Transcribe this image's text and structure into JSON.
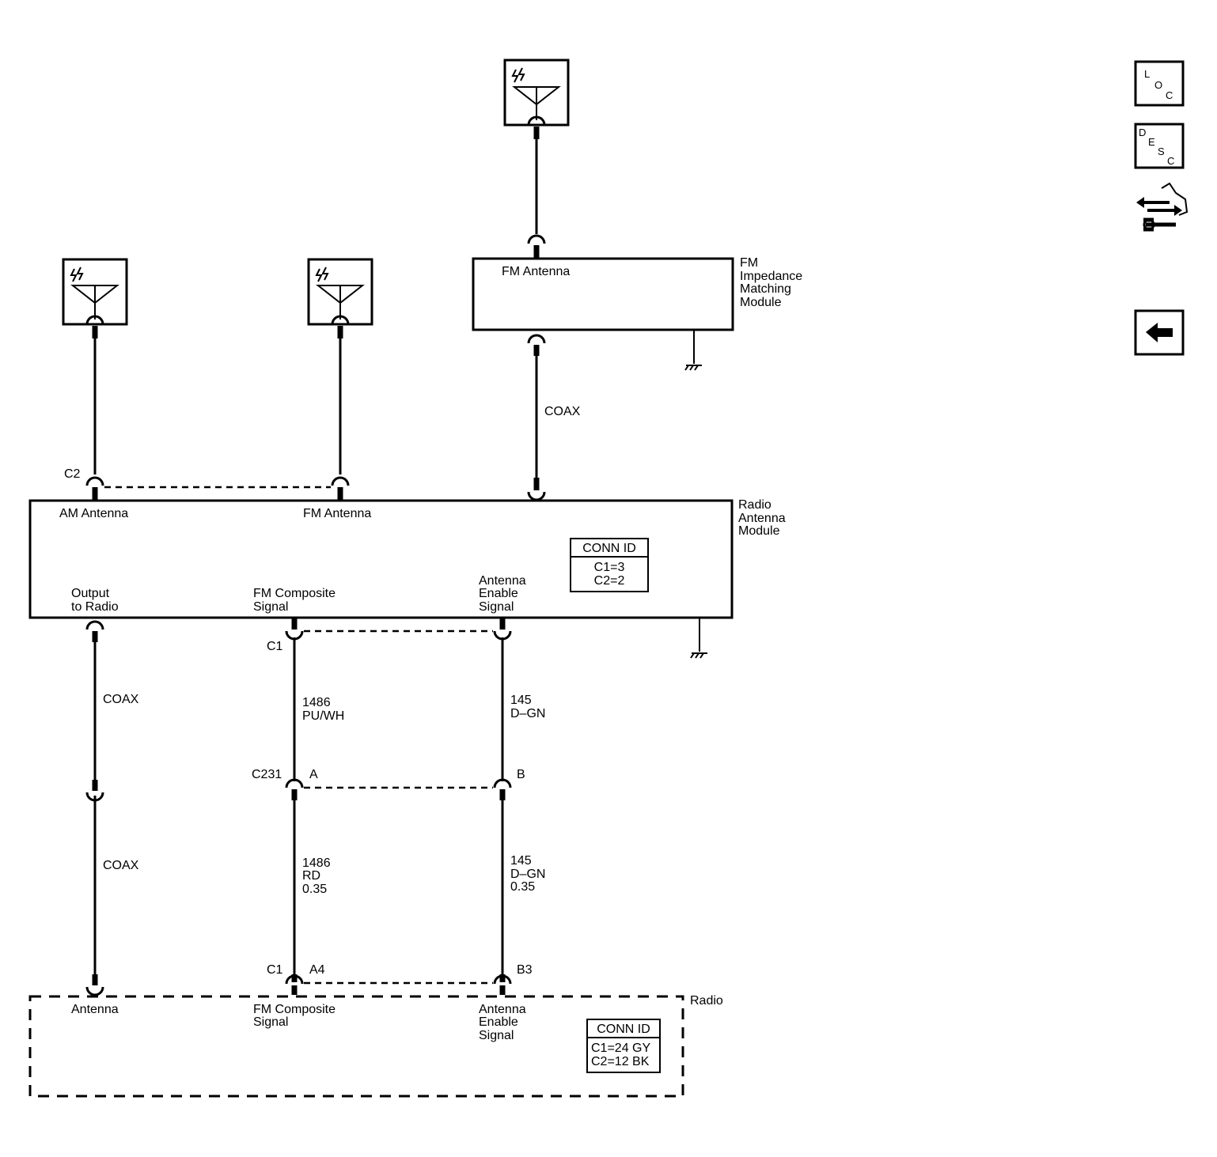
{
  "nav": {
    "loc": [
      "L",
      "O",
      "C"
    ],
    "desc": [
      "D",
      "E",
      "S",
      "C"
    ]
  },
  "fm_impedance_module": {
    "name": [
      "FM",
      "Impedance",
      "Matching",
      "Module"
    ],
    "pin_label": "FM Antenna"
  },
  "radio_antenna_module": {
    "name": [
      "Radio",
      "Antenna",
      "Module"
    ],
    "connector_top": "C2",
    "am_antenna": "AM Antenna",
    "fm_antenna": "FM Antenna",
    "output_to_radio": [
      "Output",
      "to Radio"
    ],
    "fm_composite_signal": [
      "FM Composite",
      "Signal"
    ],
    "antenna_enable_signal": [
      "Antenna",
      "Enable",
      "Signal"
    ],
    "conn_id": {
      "title": "CONN ID",
      "lines": [
        "C1=3",
        "C2=2"
      ]
    },
    "connector_bottom": "C1"
  },
  "wires": {
    "coax_top": "COAX",
    "coax_mid": "COAX",
    "coax_low": "COAX",
    "w1486_upper": [
      "1486",
      "PU/WH"
    ],
    "w145_upper": [
      "145",
      "D–GN"
    ],
    "w1486_lower": [
      "1486",
      "RD",
      "0.35"
    ],
    "w145_lower": [
      "145",
      "D–GN",
      "0.35"
    ]
  },
  "inline_connector": {
    "name": "C231",
    "pin_a": "A",
    "pin_b": "B"
  },
  "radio": {
    "name": "Radio",
    "connector": "C1",
    "pin_a4": "A4",
    "pin_b3": "B3",
    "antenna": "Antenna",
    "fm_composite_signal": [
      "FM Composite",
      "Signal"
    ],
    "antenna_enable_signal": [
      "Antenna",
      "Enable",
      "Signal"
    ],
    "conn_id": {
      "title": "CONN ID",
      "lines": [
        "C1=24 GY",
        "C2=12 BK"
      ]
    }
  }
}
